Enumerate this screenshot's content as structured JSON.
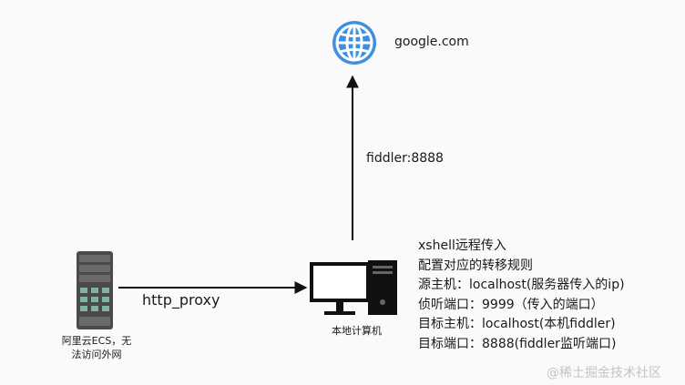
{
  "internet": {
    "icon": "globe-icon",
    "label": "google.com",
    "color": "#3d8fe3"
  },
  "links": {
    "to_internet_label": "fiddler:8888",
    "from_server_label": "http_proxy"
  },
  "server": {
    "icon": "server-tower-icon",
    "caption_line1": "阿里云ECS，无",
    "caption_line2": "法访问外网"
  },
  "computer": {
    "icon": "desktop-computer-icon",
    "caption": "本地计算机"
  },
  "notes": [
    "xshell远程传入",
    "配置对应的转移规则",
    "源主机：localhost(服务器传入的ip)",
    "侦听端口：9999（传入的端口）",
    "目标主机：localhost(本机fiddler)",
    "目标端口：8888(fiddler监听端口)"
  ],
  "watermark": "@稀土掘金技术社区",
  "colors": {
    "line": "#111111",
    "globe": "#3d8fe3",
    "server_body": "#4a4a4a",
    "server_accent": "#7fb3a6",
    "monitor": "#111111"
  }
}
